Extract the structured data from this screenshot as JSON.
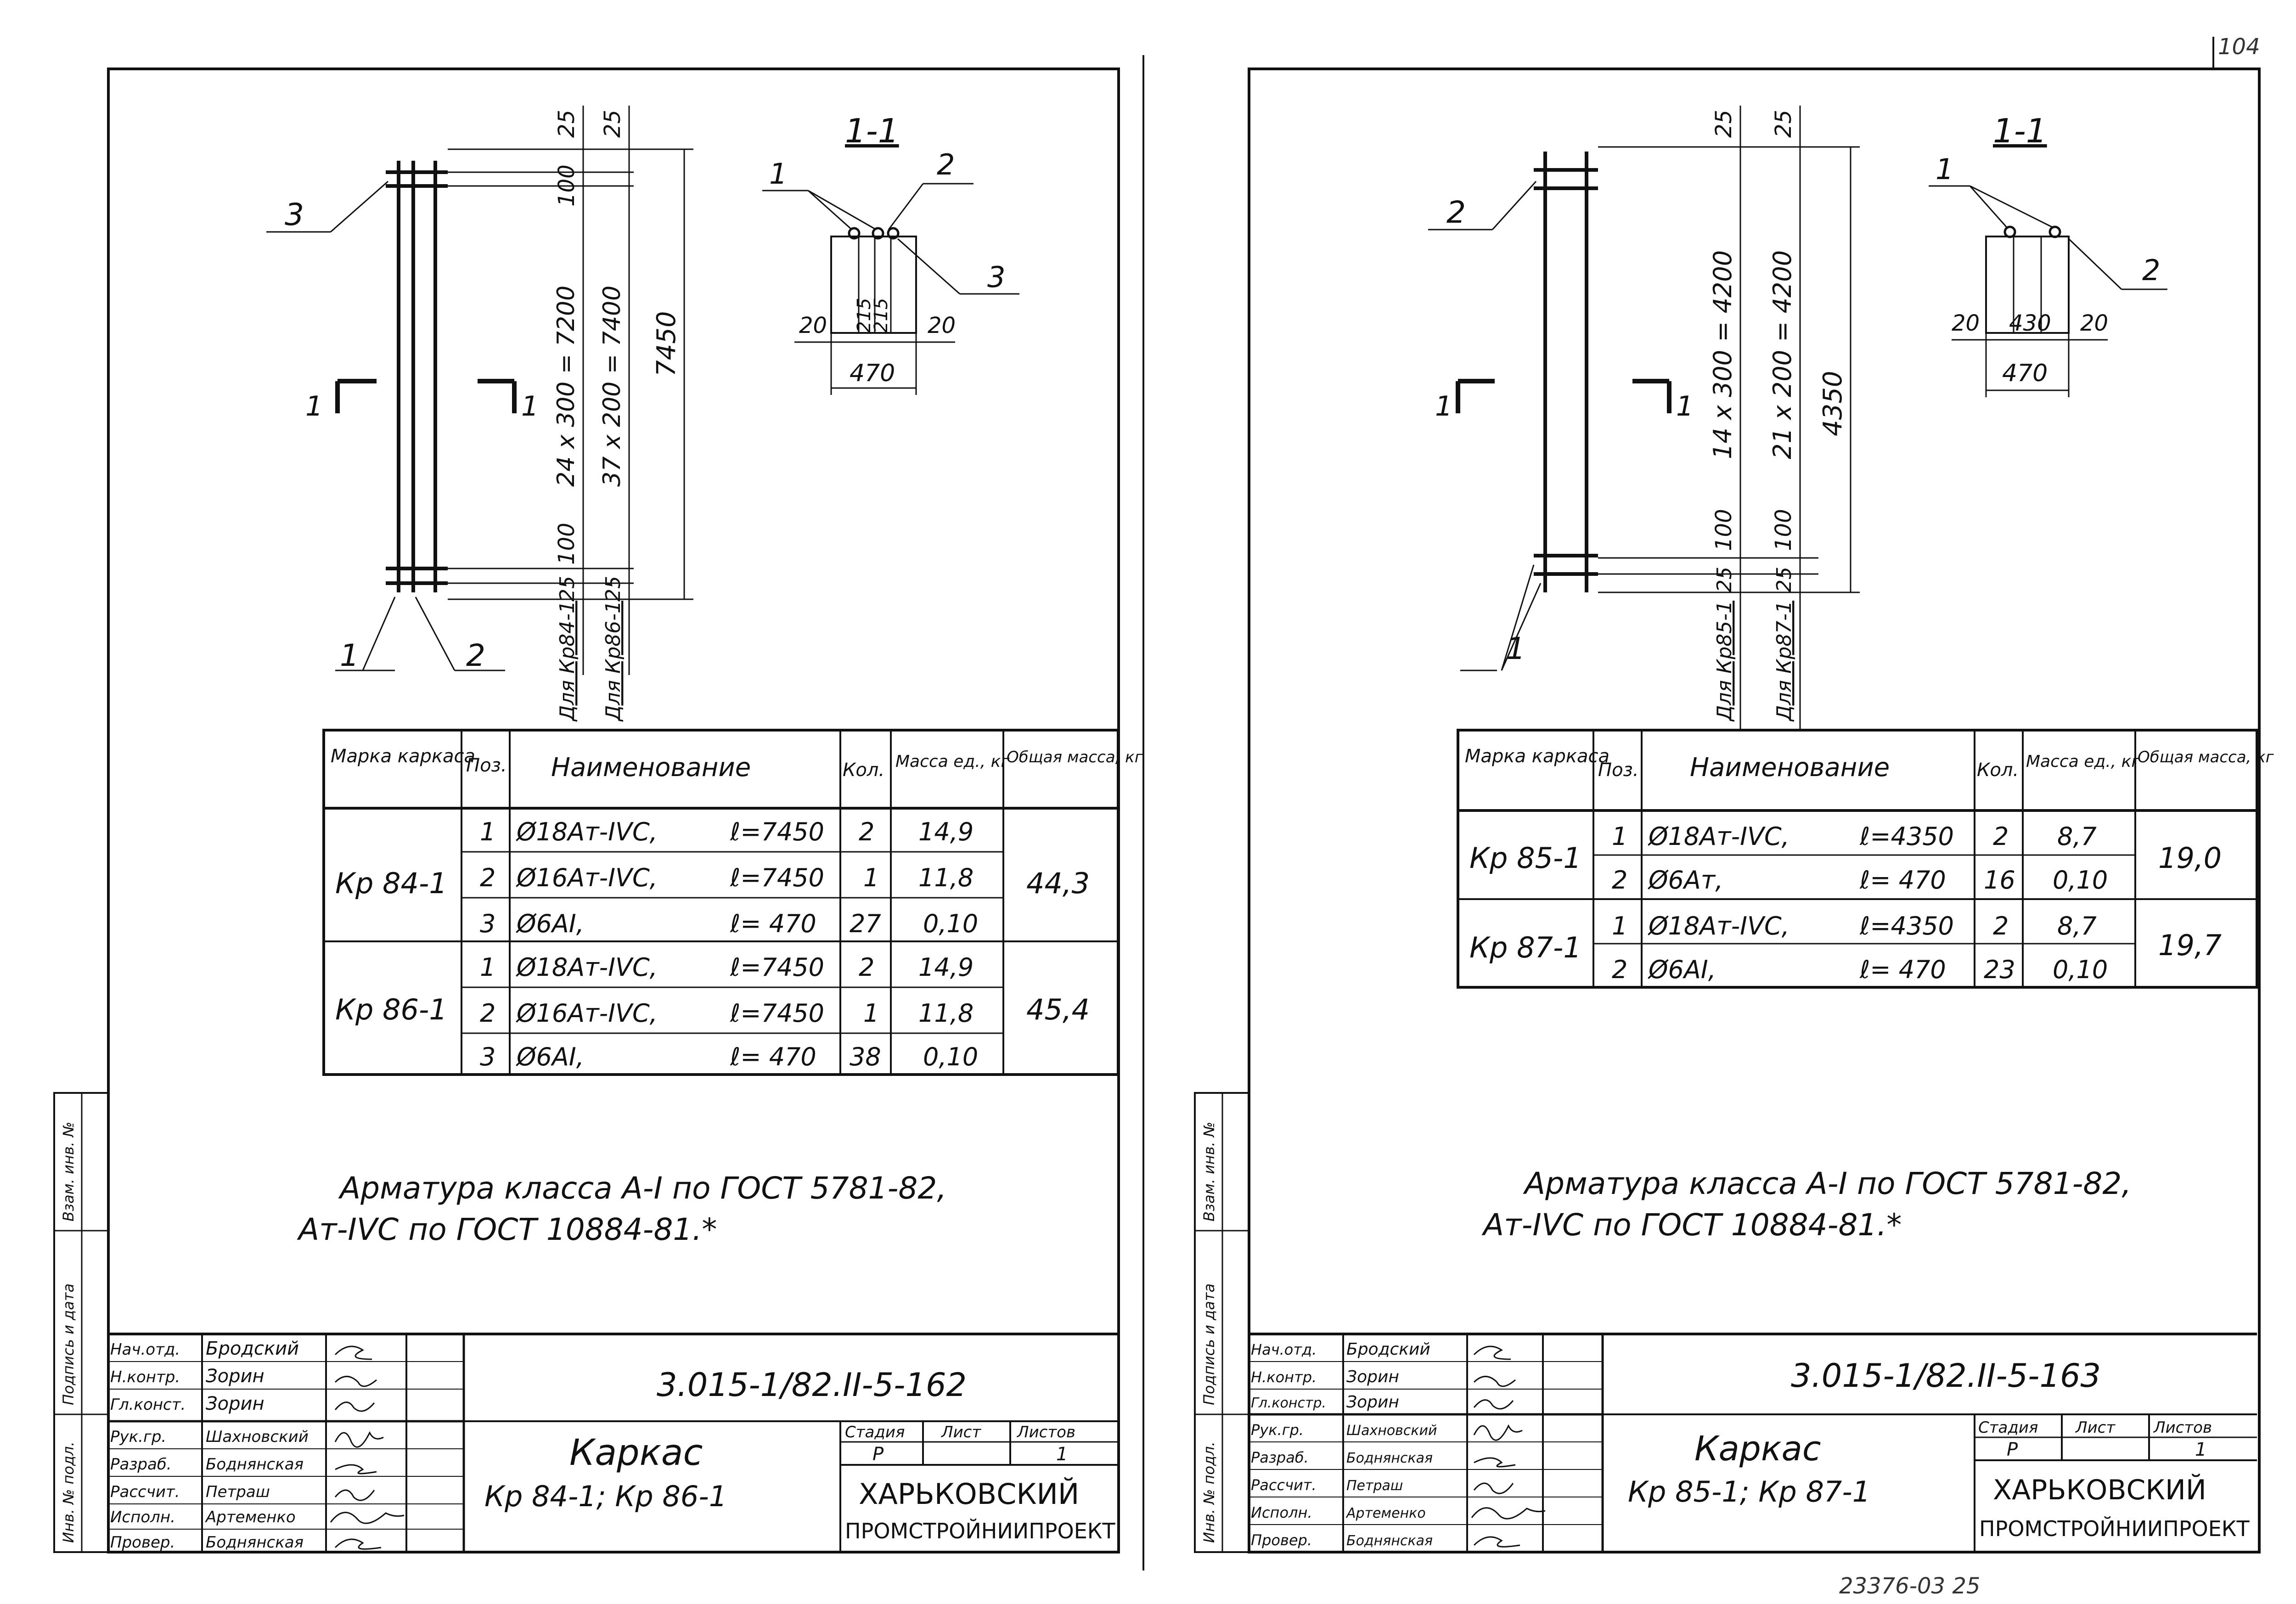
{
  "corner_mark": "104",
  "bottom_code": "23376-03 25",
  "sheets": [
    {
      "section_title": "1-1",
      "dim_top_a": "25",
      "dim_top_b": "25",
      "dim_inner_top": "100",
      "dim_mid_a": "24 x 300 = 7200",
      "dim_mid_b": "37 x 200 = 7400",
      "dim_total": "7450",
      "dim_inner_bottom": "100",
      "dim_bot_a": "25",
      "dim_bot_b": "25",
      "for_label_a": "Для Кр84-1",
      "for_label_b": "Для Кр86-1",
      "section_mark": "1",
      "callouts_left": [
        "3",
        "1",
        "2"
      ],
      "callouts_section": [
        "1",
        "2",
        "3"
      ],
      "section_dims": [
        "20",
        "215",
        "215",
        "20",
        "470"
      ],
      "table": {
        "headers": [
          "Марка каркаса",
          "Поз.",
          "Наименование",
          "Кол.",
          "Масса ед., кг",
          "Общая масса, кг"
        ],
        "groups": [
          {
            "mark": "Кр 84-1",
            "total": "44,3",
            "rows": [
              {
                "pos": "1",
                "name": "Ø18Ат-IVС,",
                "len": "ℓ=7450",
                "qty": "2",
                "mass": "14,9"
              },
              {
                "pos": "2",
                "name": "Ø16Ат-IVС,",
                "len": "ℓ=7450",
                "qty": "1",
                "mass": "11,8"
              },
              {
                "pos": "3",
                "name": "Ø6АI,",
                "len": "ℓ= 470",
                "qty": "27",
                "mass": "0,10"
              }
            ]
          },
          {
            "mark": "Кр 86-1",
            "total": "45,4",
            "rows": [
              {
                "pos": "1",
                "name": "Ø18Ат-IVС,",
                "len": "ℓ=7450",
                "qty": "2",
                "mass": "14,9"
              },
              {
                "pos": "2",
                "name": "Ø16Ат-IVС,",
                "len": "ℓ=7450",
                "qty": "1",
                "mass": "11,8"
              },
              {
                "pos": "3",
                "name": "Ø6АI,",
                "len": "ℓ= 470",
                "qty": "38",
                "mass": "0,10"
              }
            ]
          }
        ]
      },
      "note_line1": "Арматура класса А-I по ГОСТ 5781-82,",
      "note_line2": "Ат-IVС по ГОСТ 10884-81.*",
      "stamp": {
        "roles": [
          "Нач.отд.",
          "Н.контр.",
          "Гл.конст.",
          "Рук.гр.",
          "Разраб.",
          "Рассчит.",
          "Исполн.",
          "Провер."
        ],
        "names": [
          "Бродский",
          "Зорин",
          "Зорин",
          "Шахновский",
          "Боднянская",
          "Петраш",
          "Артеменко",
          "Боднянская"
        ],
        "doc_code": "3.015-1/82.II-5-162",
        "title_line1": "Каркас",
        "title_line2": "Кр 84-1; Кр 86-1",
        "stage_label": "Стадия",
        "sheet_label": "Лист",
        "sheets_label": "Листов",
        "stage_value": "Р",
        "sheet_value": "",
        "sheets_value": "1",
        "org_line1": "ХАРЬКОВСКИЙ",
        "org_line2": "ПРОМСТРОЙНИИПРОЕКТ"
      },
      "side_labels": [
        "Инв. № подл.",
        "Подпись и дата",
        "Взам. инв. №"
      ]
    },
    {
      "section_title": "1-1",
      "dim_top_a": "25",
      "dim_top_b": "25",
      "dim_inner_top": "",
      "dim_mid_a": "14 x 300 = 4200",
      "dim_mid_b": "21 x 200 = 4200",
      "dim_total": "4350",
      "dim_inner_bottom": "100",
      "dim_bot_a": "25",
      "dim_bot_b": "25",
      "for_label_a": "Для Кр85-1",
      "for_label_b": "Для Кр87-1",
      "section_mark": "1",
      "callouts_left": [
        "2",
        "1"
      ],
      "callouts_section": [
        "1",
        "2"
      ],
      "section_dims": [
        "20",
        "430",
        "20",
        "470"
      ],
      "table": {
        "headers": [
          "Марка каркаса",
          "Поз.",
          "Наименование",
          "Кол.",
          "Масса ед., кг",
          "Общая масса, кг"
        ],
        "groups": [
          {
            "mark": "Кр 85-1",
            "total": "19,0",
            "rows": [
              {
                "pos": "1",
                "name": "Ø18Ат-IVС,",
                "len": "ℓ=4350",
                "qty": "2",
                "mass": "8,7"
              },
              {
                "pos": "2",
                "name": "Ø6Ат,",
                "len": "ℓ= 470",
                "qty": "16",
                "mass": "0,10"
              }
            ]
          },
          {
            "mark": "Кр 87-1",
            "total": "19,7",
            "rows": [
              {
                "pos": "1",
                "name": "Ø18Ат-IVС,",
                "len": "ℓ=4350",
                "qty": "2",
                "mass": "8,7"
              },
              {
                "pos": "2",
                "name": "Ø6АI,",
                "len": "ℓ= 470",
                "qty": "23",
                "mass": "0,10"
              }
            ]
          }
        ]
      },
      "note_line1": "Арматура класса А-I по ГОСТ 5781-82,",
      "note_line2": "Ат-IVС по ГОСТ 10884-81.*",
      "stamp": {
        "roles": [
          "Нач.отд.",
          "Н.контр.",
          "Гл.констр.",
          "Рук.гр.",
          "Разраб.",
          "Рассчит.",
          "Исполн.",
          "Провер."
        ],
        "names": [
          "Бродский",
          "Зорин",
          "Зорин",
          "Шахновский",
          "Боднянская",
          "Петраш",
          "Артеменко",
          "Боднянская"
        ],
        "doc_code": "3.015-1/82.II-5-163",
        "title_line1": "Каркас",
        "title_line2": "Кр 85-1; Кр 87-1",
        "stage_label": "Стадия",
        "sheet_label": "Лист",
        "sheets_label": "Листов",
        "stage_value": "Р",
        "sheet_value": "",
        "sheets_value": "1",
        "org_line1": "ХАРЬКОВСКИЙ",
        "org_line2": "ПРОМСТРОЙНИИПРОЕКТ"
      },
      "side_labels": [
        "Инв. № подл.",
        "Подпись и дата",
        "Взам. инв. №"
      ]
    }
  ]
}
